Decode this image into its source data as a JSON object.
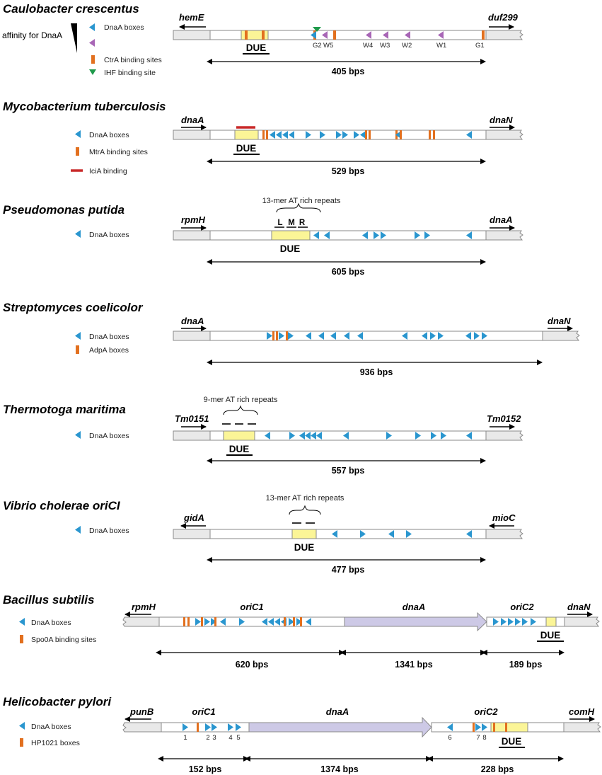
{
  "colors": {
    "dnaa_box": "#2a96cf",
    "dnaa_box_weak": "#a866b6",
    "ctra": "#e2701f",
    "ihf": "#1f9a4b",
    "due": "#fbf597",
    "icia": "#c92a2a",
    "gene_fill": "#e9e9e9",
    "dnaa_gene": "#cdc9e6",
    "bar_stroke": "#8a8a8a"
  },
  "panels": [
    {
      "title": "Caulobacter crescentus",
      "left_gene": "hemE",
      "right_gene": "duf299",
      "legend": [
        {
          "icon": "dnaa-box",
          "label": "DnaA boxes"
        },
        {
          "icon": "ctra-site",
          "label": "CtrA binding sites"
        },
        {
          "icon": "ihf-site",
          "label": "IHF binding site"
        }
      ],
      "affinity_label": "affinity for DnaA",
      "due": "DUE",
      "site_labels": [
        "G2",
        "W5",
        "W4",
        "W3",
        "W2",
        "W1",
        "G1"
      ],
      "span": "405 bps"
    },
    {
      "title": "Mycobacterium tuberculosis",
      "left_gene": "dnaA",
      "right_gene": "dnaN",
      "legend": [
        {
          "icon": "dnaa-box",
          "label": "DnaA boxes"
        },
        {
          "icon": "mtra-site",
          "label": "MtrA binding sites"
        },
        {
          "icon": "icia-binding",
          "label": "IciA binding"
        }
      ],
      "due": "DUE",
      "span": "529 bps"
    },
    {
      "title": "Pseudomonas putida",
      "left_gene": "rpmH",
      "right_gene": "dnaA",
      "legend": [
        {
          "icon": "dnaa-box",
          "label": "DnaA boxes"
        }
      ],
      "repeat_note": "13-mer AT rich repeats",
      "repeat_labels": [
        "L",
        "M",
        "R"
      ],
      "due": "DUE",
      "span": "605 bps"
    },
    {
      "title": "Streptomyces coelicolor",
      "left_gene": "dnaA",
      "right_gene": "dnaN",
      "legend": [
        {
          "icon": "dnaa-box",
          "label": "DnaA boxes"
        },
        {
          "icon": "adpa-box",
          "label": "AdpA boxes"
        }
      ],
      "span": "936 bps"
    },
    {
      "title": "Thermotoga maritima",
      "left_gene": "Tm0151",
      "right_gene": "Tm0152",
      "legend": [
        {
          "icon": "dnaa-box",
          "label": "DnaA boxes"
        }
      ],
      "repeat_note": "9-mer AT rich repeats",
      "due": "DUE",
      "span": "557 bps"
    },
    {
      "title": "Vibrio cholerae oriCI",
      "left_gene": "gidA",
      "right_gene": "mioC",
      "legend": [
        {
          "icon": "dnaa-box",
          "label": "DnaA boxes"
        }
      ],
      "repeat_note": "13-mer AT rich repeats",
      "due": "DUE",
      "span": "477 bps"
    },
    {
      "title": "Bacillus subtilis",
      "left_gene": "rpmH",
      "right_gene": "dnaN",
      "legend": [
        {
          "icon": "dnaa-box",
          "label": "DnaA boxes"
        },
        {
          "icon": "spo0a-site",
          "label": "Spo0A binding sites"
        }
      ],
      "region1": "oriC1",
      "middle_gene": "dnaA",
      "region2": "oriC2",
      "due": "DUE",
      "spans": [
        "620 bps",
        "1341 bps",
        "189 bps"
      ]
    },
    {
      "title": "Helicobacter pylori",
      "left_gene": "punB",
      "right_gene": "comH",
      "legend": [
        {
          "icon": "dnaa-box",
          "label": "DnaA boxes"
        },
        {
          "icon": "hp1021-box",
          "label": "HP1021 boxes"
        }
      ],
      "region1": "oriC1",
      "middle_gene": "dnaA",
      "region2": "oriC2",
      "box_numbers": [
        "1",
        "2",
        "3",
        "4",
        "5",
        "6",
        "7",
        "8"
      ],
      "due": "DUE",
      "spans": [
        "152 bps",
        "1374 bps",
        "228 bps"
      ]
    }
  ]
}
